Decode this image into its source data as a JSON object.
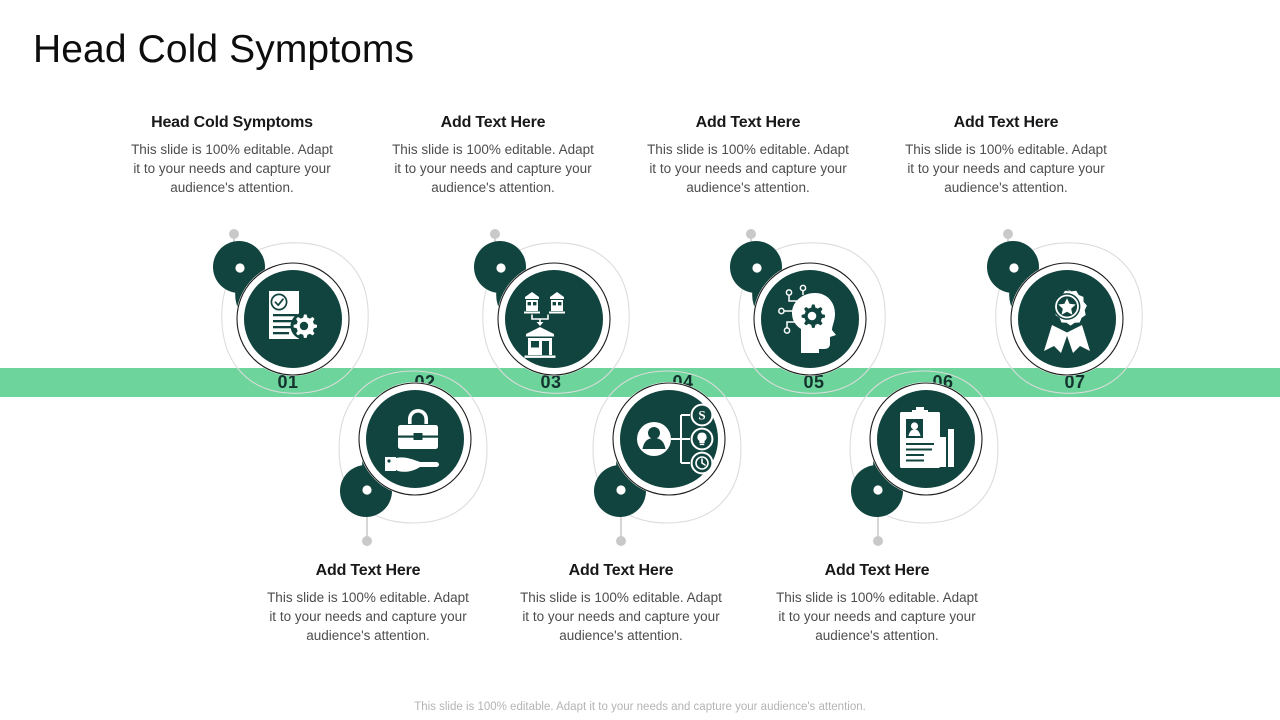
{
  "slide": {
    "title": "Head Cold Symptoms",
    "footer_note": "This slide is 100% editable. Adapt it to your needs and capture your audience's attention.",
    "accent_green": "#6dd49b",
    "accent_teal": "#11443e",
    "body_text_color": "#4d4d4d",
    "title_text_color": "#0d0d0d"
  },
  "timeline": {
    "numbers": [
      "01",
      "02",
      "03",
      "04",
      "05",
      "06",
      "07"
    ]
  },
  "nodes": [
    {
      "number": "01",
      "position": "top",
      "icon": "document-check-gear-icon",
      "heading": "Head Cold Symptoms",
      "body": "This slide is 100% editable. Adapt it to your needs and capture your audience's attention."
    },
    {
      "number": "02",
      "position": "bottom",
      "icon": "hand-briefcase-icon",
      "heading": "Add Text Here",
      "body": "This slide is 100% editable. Adapt it to your needs and capture your audience's attention."
    },
    {
      "number": "03",
      "position": "top",
      "icon": "org-chart-buildings-icon",
      "heading": "Add Text Here",
      "body": "This slide is 100% editable. Adapt it to your needs and capture your audience's attention."
    },
    {
      "number": "04",
      "position": "bottom",
      "icon": "person-options-branch-icon",
      "heading": "Add Text Here",
      "body": "This slide is 100% editable. Adapt it to your needs and capture your audience's attention."
    },
    {
      "number": "05",
      "position": "top",
      "icon": "head-gear-ai-icon",
      "heading": "Add Text Here",
      "body": "This slide is 100% editable. Adapt it to your needs and capture your audience's attention."
    },
    {
      "number": "06",
      "position": "bottom",
      "icon": "clipboard-profile-chart-icon",
      "heading": "Add Text Here",
      "body": "This slide is 100% editable. Adapt it to your needs and capture your audience's attention."
    },
    {
      "number": "07",
      "position": "top",
      "icon": "award-ribbon-star-icon",
      "heading": "Add Text Here",
      "body": "This slide is 100% editable. Adapt it to your needs and capture your audience's attention."
    }
  ]
}
